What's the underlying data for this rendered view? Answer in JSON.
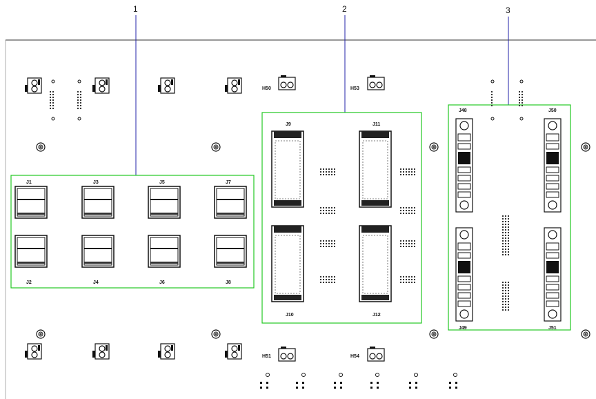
{
  "callouts": [
    {
      "label": "1"
    },
    {
      "label": "2"
    },
    {
      "label": "3"
    }
  ],
  "group1": {
    "top_labels": [
      "J1",
      "J3",
      "J5",
      "J7"
    ],
    "bottom_labels": [
      "J2",
      "J4",
      "J6",
      "J8"
    ]
  },
  "group2": {
    "top_labels": [
      "J9",
      "J11"
    ],
    "bottom_labels": [
      "J10",
      "J12"
    ]
  },
  "group3": {
    "top_labels": [
      "J48",
      "J50"
    ],
    "bottom_labels": [
      "J49",
      "J51"
    ]
  },
  "headers": {
    "h50": "H50",
    "h53": "H53",
    "h51": "H51",
    "h54": "H54"
  },
  "colors": {
    "outline": "#22c822",
    "leader": "#2222aa",
    "ink": "#111111"
  }
}
